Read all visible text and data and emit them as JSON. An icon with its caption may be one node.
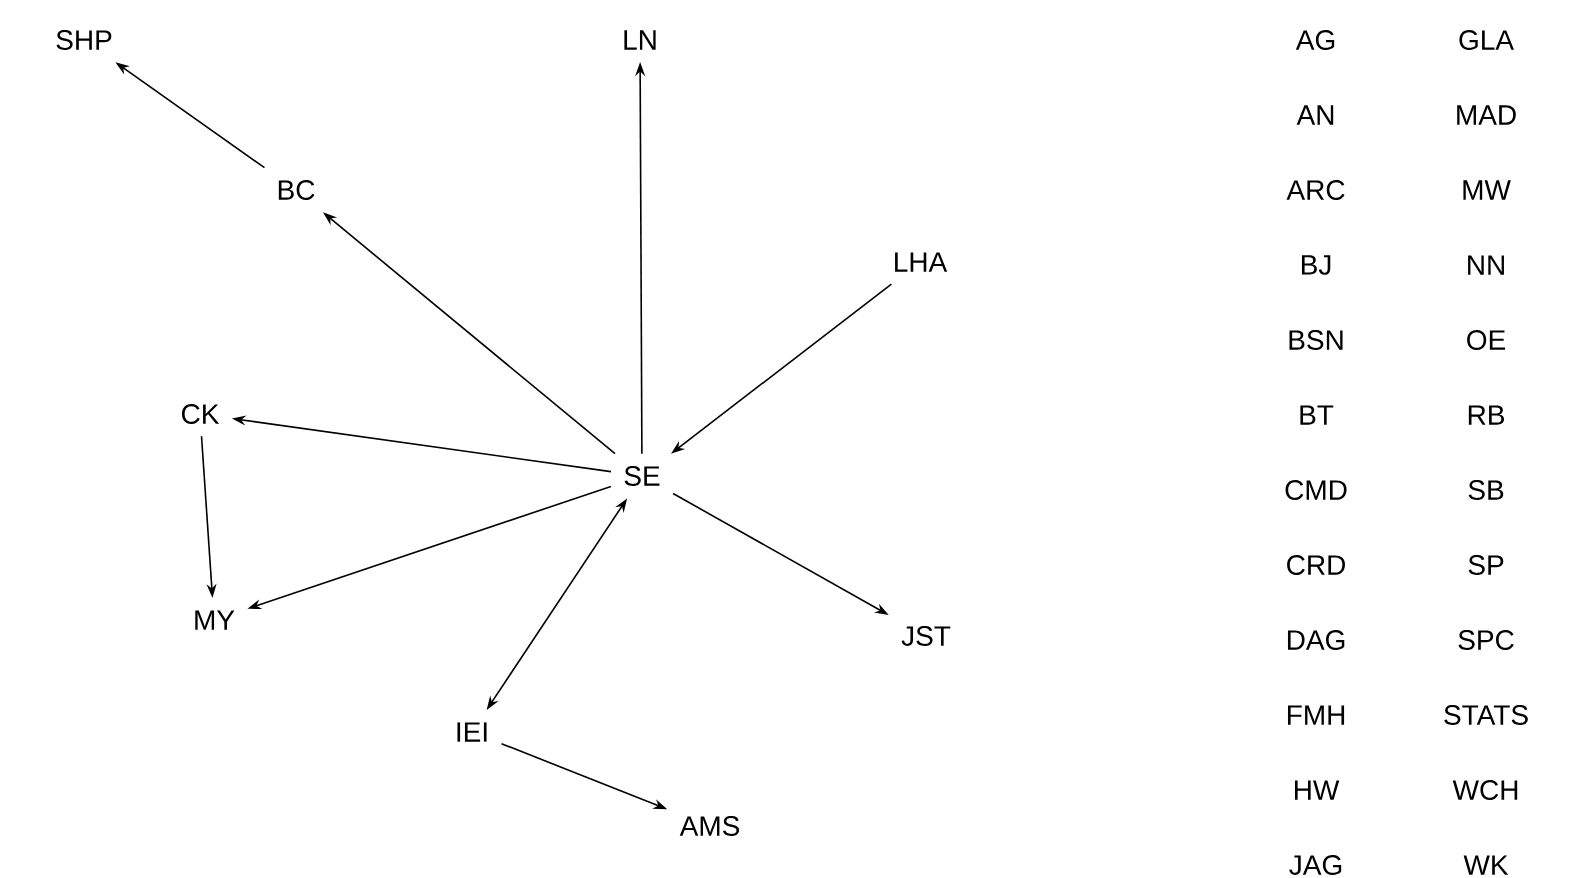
{
  "diagram": {
    "nodes": [
      {
        "text": [
          "SHP"
        ]
      },
      {
        "text": [
          "LN"
        ]
      },
      {
        "text": [
          "BC"
        ]
      },
      {
        "text": [
          "LHA"
        ]
      },
      {
        "text": [
          "CK"
        ]
      },
      {
        "text": [
          "SE"
        ]
      },
      {
        "text": [
          "MY"
        ]
      },
      {
        "text": [
          "JST"
        ]
      },
      {
        "text": [
          "IEI"
        ]
      },
      {
        "text": [
          "AMS"
        ]
      }
    ],
    "edges": [
      {
        "from": 2,
        "to": 0,
        "arrow": "to"
      },
      {
        "from": 5,
        "to": 1,
        "arrow": "to"
      },
      {
        "from": 5,
        "to": 2,
        "arrow": "to"
      },
      {
        "from": 3,
        "to": 5,
        "arrow": "to"
      },
      {
        "from": 5,
        "to": 4,
        "arrow": "to"
      },
      {
        "from": 4,
        "to": 6,
        "arrow": "to"
      },
      {
        "from": 5,
        "to": 6,
        "arrow": "to"
      },
      {
        "from": 5,
        "to": 7,
        "arrow": "to"
      },
      {
        "from": 8,
        "to": 5,
        "arrow": "both"
      },
      {
        "from": 8,
        "to": 9,
        "arrow": "to"
      }
    ],
    "labels": [
      "AG",
      "GLA",
      "AN",
      "MAD",
      "ARC",
      "MW",
      "BJ",
      "NN",
      "BSN",
      "OE",
      "BT",
      "RB",
      "CMD",
      "SB",
      "CRD",
      "SP",
      "DAG",
      "SPC",
      "FMH",
      "STATS",
      "HW",
      "WCH",
      "JAG",
      "WK"
    ]
  }
}
